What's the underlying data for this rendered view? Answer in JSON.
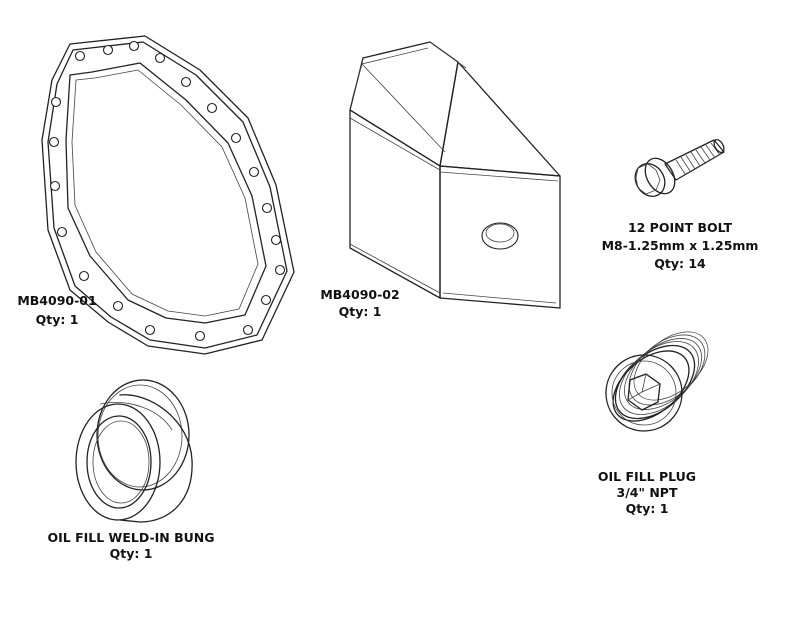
{
  "parts": [
    {
      "id": "cover",
      "part_number": "MB4090-01",
      "qty": "Qty: 1",
      "icon": "gasket-cover-icon"
    },
    {
      "id": "armor",
      "part_number": "MB4090-02",
      "qty": "Qty: 1",
      "icon": "skid-armor-icon"
    },
    {
      "id": "bolt",
      "title": "12 POINT BOLT",
      "spec": "M8-1.25mm x 1.25mm",
      "qty": "Qty: 14",
      "icon": "bolt-icon"
    },
    {
      "id": "plug",
      "title": "OIL FILL PLUG",
      "spec": "3/4\" NPT",
      "qty": "Qty: 1",
      "icon": "pipe-plug-icon"
    },
    {
      "id": "bung",
      "title": "OIL FILL WELD-IN BUNG",
      "qty": "Qty: 1",
      "icon": "weld-bung-icon"
    }
  ],
  "colors": {
    "line": "#222222",
    "text": "#111111",
    "background": "#ffffff"
  }
}
